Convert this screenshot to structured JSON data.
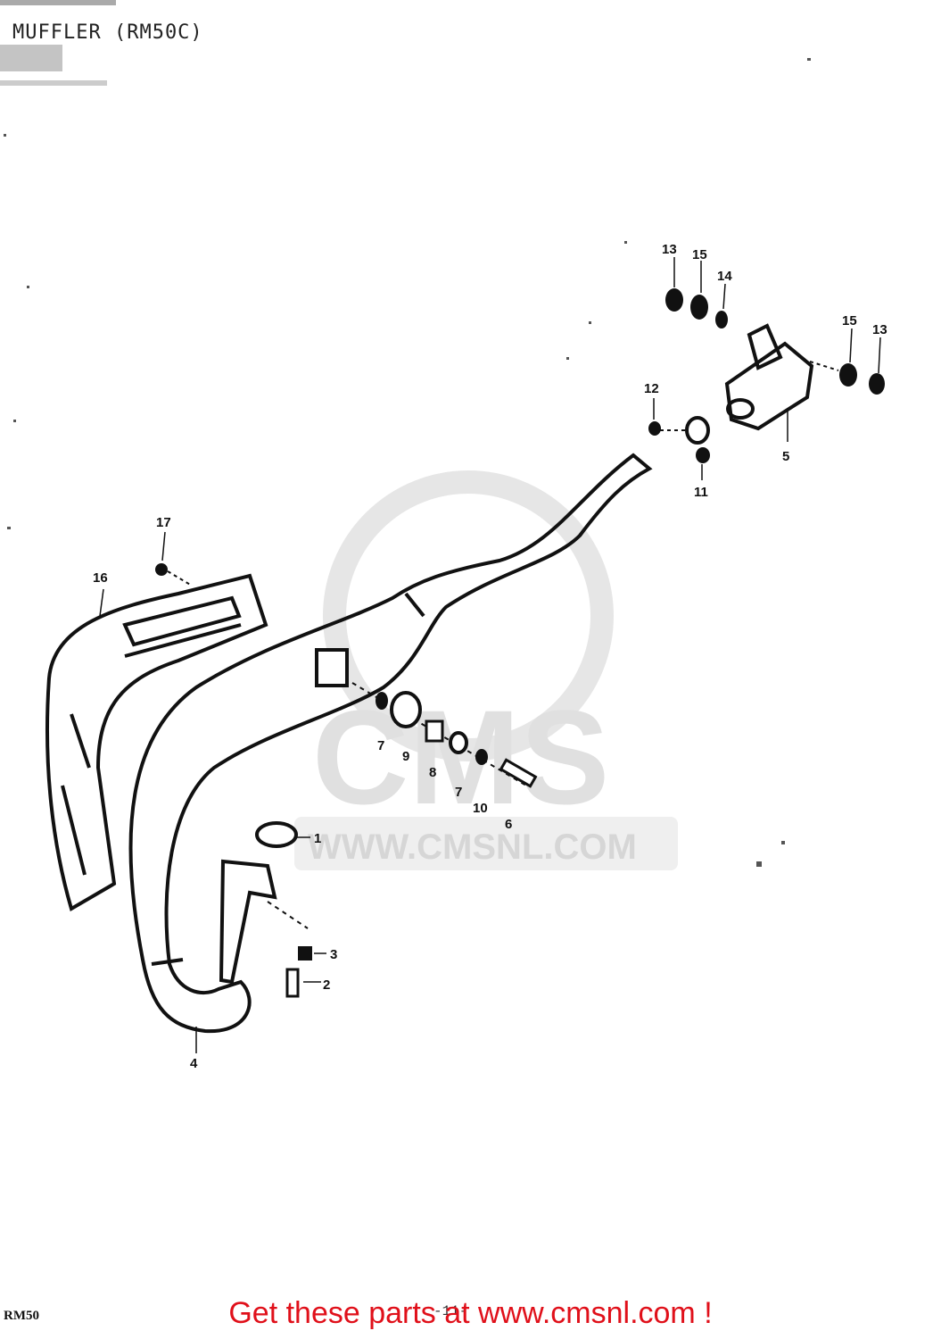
{
  "title": "MUFFLER (RM50C)",
  "watermark": {
    "logo_text": "CMS",
    "url_text": "WWW.CMSNL.COM"
  },
  "callouts": {
    "c1": "1",
    "c2": "2",
    "c3": "3",
    "c4": "4",
    "c5": "5",
    "c6": "6",
    "c7a": "7",
    "c7b": "7",
    "c8": "8",
    "c9": "9",
    "c10": "10",
    "c11": "11",
    "c12": "12",
    "c13a": "13",
    "c13b": "13",
    "c14": "14",
    "c15a": "15",
    "c15b": "15",
    "c16": "16",
    "c17": "17"
  },
  "footer": {
    "model": "RM50",
    "page": "-11-",
    "cta": "Get these parts at www.cmsnl.com !"
  }
}
